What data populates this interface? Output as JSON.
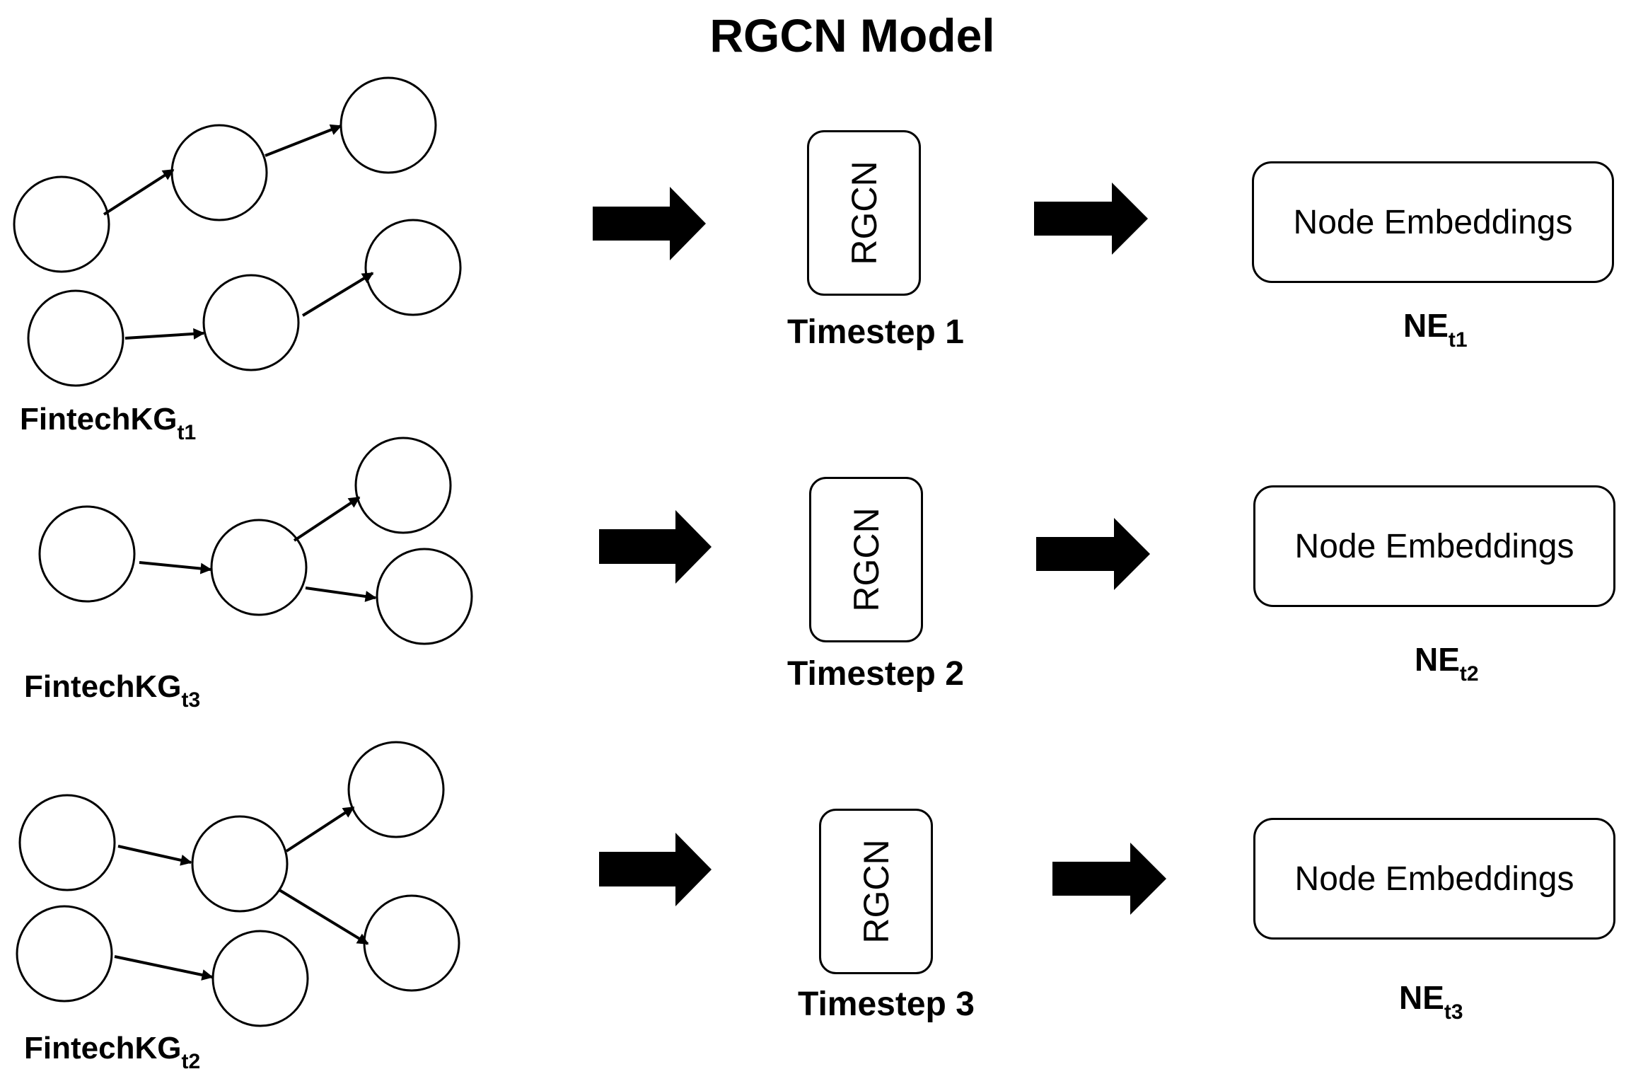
{
  "title": "RGCN Model",
  "rows": [
    {
      "kg_label": "FintechKG",
      "kg_sub": "t1",
      "model_label": "RGCN",
      "timestep_label": "Timestep 1",
      "embedding_label": "Node Embeddings",
      "ne_label": "NE",
      "ne_sub": "t1"
    },
    {
      "kg_label": "FintechKG",
      "kg_sub": "t3",
      "model_label": "RGCN",
      "timestep_label": "Timestep 2",
      "embedding_label": "Node Embeddings",
      "ne_label": "NE",
      "ne_sub": "t2"
    },
    {
      "kg_label": "FintechKG",
      "kg_sub": "t2",
      "model_label": "RGCN",
      "timestep_label": "Timestep 3",
      "embedding_label": "Node Embeddings",
      "ne_label": "NE",
      "ne_sub": "t3"
    }
  ],
  "colors": {
    "stroke": "#000000",
    "fill": "#ffffff"
  }
}
